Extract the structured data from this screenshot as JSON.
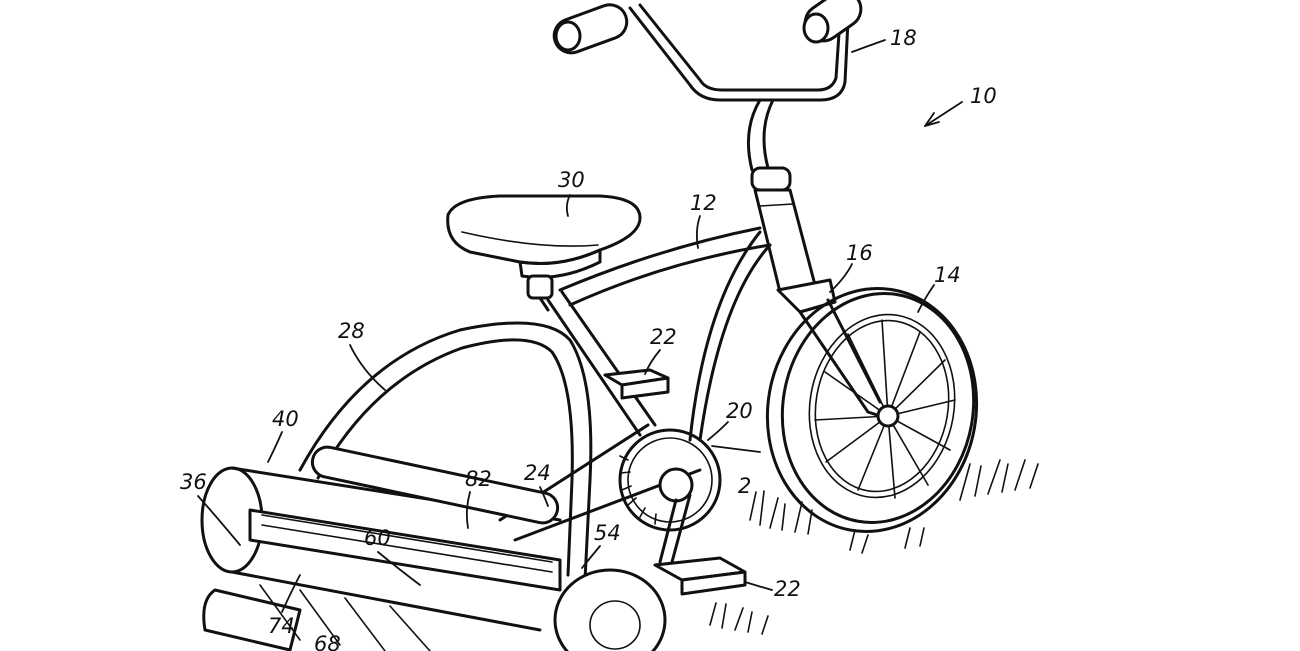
{
  "figure": {
    "background": "#ffffff",
    "ink": "#111111",
    "reference_numerals": {
      "r10": "10",
      "r12": "12",
      "r14": "14",
      "r16": "16",
      "r18": "18",
      "r2": "2",
      "r20": "20",
      "r22a": "22",
      "r22b": "22",
      "r24": "24",
      "r28": "28",
      "r30": "30",
      "r36": "36",
      "r40": "40",
      "r54": "54",
      "r60": "60",
      "r68": "68",
      "r74": "74",
      "r82": "82"
    }
  }
}
